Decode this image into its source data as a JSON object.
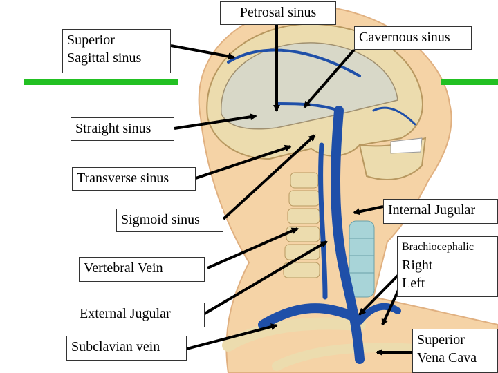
{
  "labels": {
    "petrosal": "Petrosal sinus",
    "superior_sagittal": [
      "Superior",
      "Sagittal sinus"
    ],
    "cavernous": "Cavernous sinus",
    "straight": "Straight sinus",
    "transverse": "Transverse sinus",
    "sigmoid": "Sigmoid sinus",
    "internal_jugular": "Internal Jugular",
    "brachiocephalic": "Brachiocephalic",
    "right": "Right",
    "left": "Left",
    "vertebral": "Vertebral Vein",
    "external_jugular": "External Jugular",
    "subclavian": "Subclavian vein",
    "svc": [
      "Superior",
      "Vena Cava"
    ]
  },
  "colors": {
    "skin": "#f5d3a6",
    "bone": "#ecdcae",
    "vein": "#1f4fa8",
    "accent_green": "#22c022",
    "arrow": "#000000"
  }
}
